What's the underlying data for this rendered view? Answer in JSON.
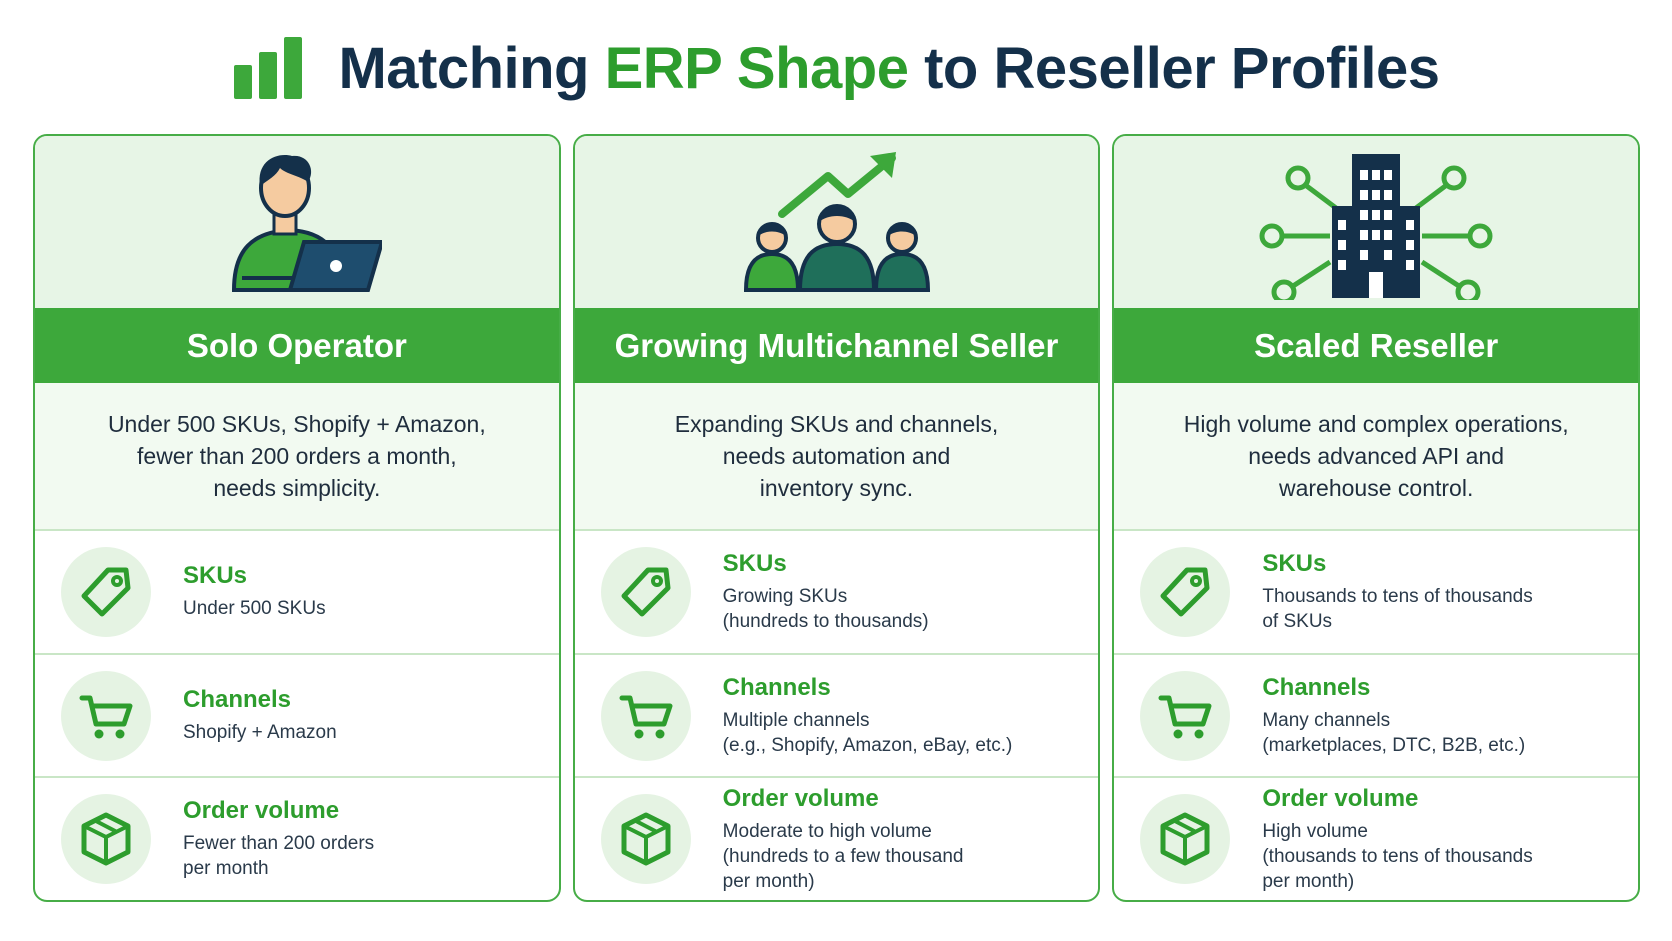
{
  "title": {
    "prefix": "Matching ",
    "accent": "ERP Shape",
    "suffix": " to Reseller Profiles"
  },
  "colors": {
    "accent_green": "#3da83b",
    "navy": "#14304a",
    "light_green_bg": "#e7f5e6"
  },
  "cards": [
    {
      "illustration": "person-with-laptop-icon",
      "heading": "Solo Operator",
      "description_lines": [
        "Under 500 SKUs, Shopify + Amazon,",
        "fewer than 200 orders a month,",
        "needs simplicity."
      ],
      "attributes": [
        {
          "icon": "price-tag-icon",
          "label": "SKUs",
          "lines": [
            "Under 500 SKUs"
          ]
        },
        {
          "icon": "shopping-cart-icon",
          "label": "Channels",
          "lines": [
            "Shopify + Amazon"
          ]
        },
        {
          "icon": "package-box-icon",
          "label": "Order volume",
          "lines": [
            "Fewer than 200 orders",
            "per month"
          ]
        }
      ]
    },
    {
      "illustration": "team-growth-arrow-icon",
      "heading": "Growing Multichannel Seller",
      "description_lines": [
        "Expanding SKUs and channels,",
        "needs automation and",
        "inventory sync."
      ],
      "attributes": [
        {
          "icon": "price-tag-icon",
          "label": "SKUs",
          "lines": [
            "Growing SKUs",
            "(hundreds to thousands)"
          ]
        },
        {
          "icon": "shopping-cart-icon",
          "label": "Channels",
          "lines": [
            "Multiple channels",
            "(e.g., Shopify, Amazon, eBay, etc.)"
          ]
        },
        {
          "icon": "package-box-icon",
          "label": "Order volume",
          "lines": [
            "Moderate to high volume",
            "(hundreds to a few thousand",
            "per month)"
          ]
        }
      ]
    },
    {
      "illustration": "connected-building-icon",
      "heading": "Scaled Reseller",
      "description_lines": [
        "High volume and complex operations,",
        "needs advanced API and",
        "warehouse control."
      ],
      "attributes": [
        {
          "icon": "price-tag-icon",
          "label": "SKUs",
          "lines": [
            "Thousands to tens of thousands",
            "of SKUs"
          ]
        },
        {
          "icon": "shopping-cart-icon",
          "label": "Channels",
          "lines": [
            "Many channels",
            "(marketplaces, DTC, B2B, etc.)"
          ]
        },
        {
          "icon": "package-box-icon",
          "label": "Order volume",
          "lines": [
            "High volume",
            "(thousands to tens of thousands",
            "per month)"
          ]
        }
      ]
    }
  ]
}
